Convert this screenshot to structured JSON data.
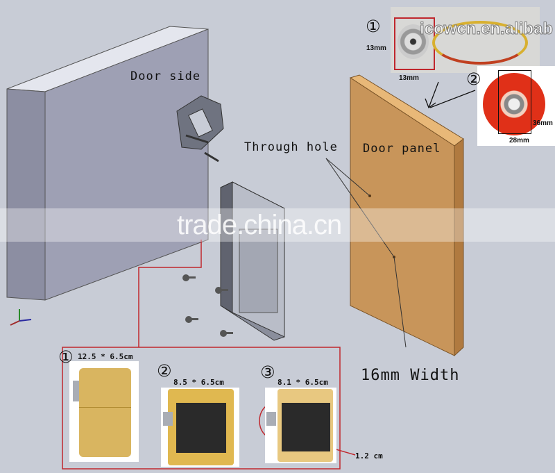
{
  "labels": {
    "door_side": "Door side",
    "through_hole": "Through hole",
    "door_panel": "Door panel",
    "width": "16mm Width",
    "gap": "1.2 cm"
  },
  "watermarks": {
    "main": "trade.china.cn",
    "photo": "icowcn.en.alibab"
  },
  "readers": [
    {
      "number": "①",
      "width": "13mm",
      "height": "13mm"
    },
    {
      "number": "②",
      "height": "36mm",
      "width": "28mm"
    }
  ],
  "locks": [
    {
      "number": "①",
      "size": "12.5 * 6.5cm"
    },
    {
      "number": "②",
      "size": "8.5 * 6.5cm"
    },
    {
      "number": "③",
      "size": "8.1 * 6.5cm"
    }
  ],
  "colors": {
    "background": "#c8ccd6",
    "cabinet": "#9ea0b4",
    "wood": "#c8955a",
    "callout": "#c0272d"
  }
}
